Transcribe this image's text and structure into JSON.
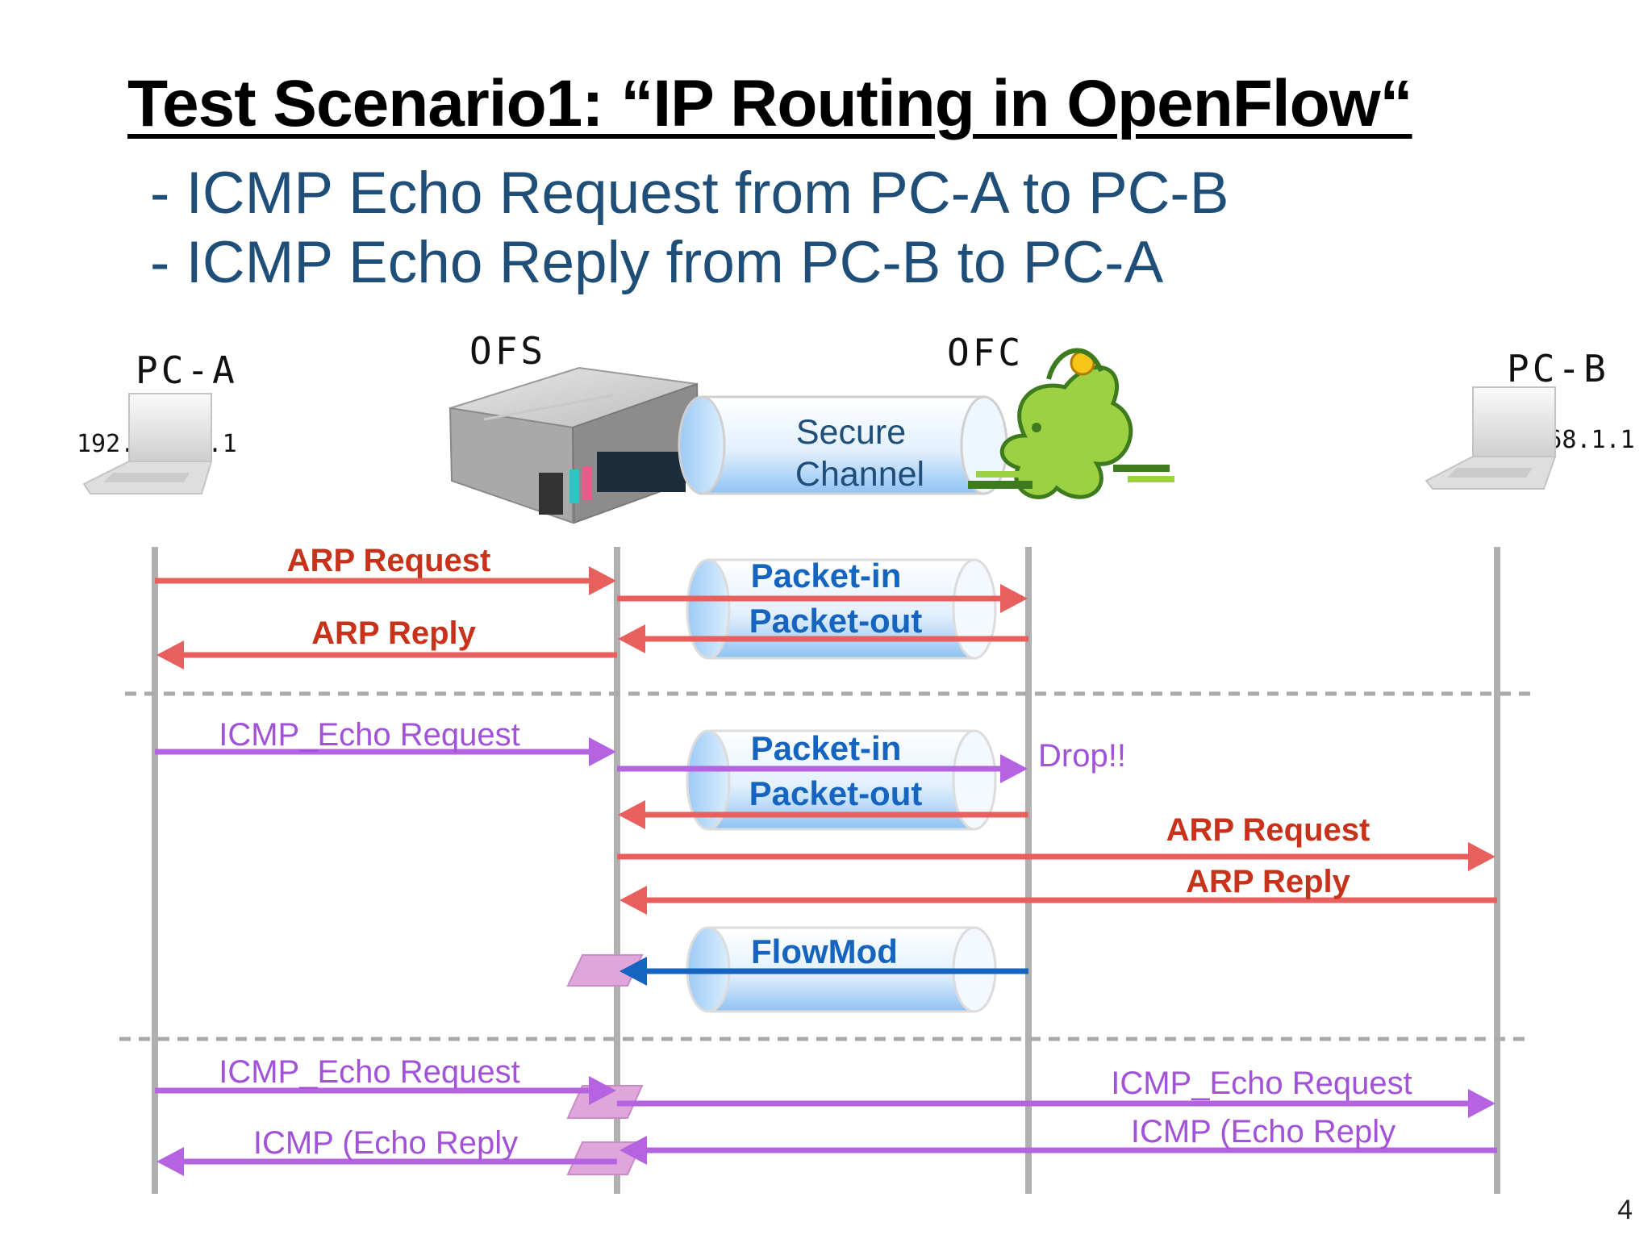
{
  "slide": {
    "title": "Test Scenario1: “IP Routing in OpenFlow“",
    "bullets": [
      "- ICMP Echo Request from PC-A to PC-B",
      "- ICMP Echo Reply from PC-B to PC-A"
    ],
    "page_number": "4"
  },
  "nodes": {
    "pc_a": {
      "label": "PC-A",
      "ip": "192.168.0.1"
    },
    "ofs": {
      "label": "OFS"
    },
    "ofc": {
      "label": "OFC"
    },
    "pc_b": {
      "label": "PC-B",
      "ip": "192.168.1.1"
    }
  },
  "secure_channel": {
    "line1": "Secure",
    "line2": "Channel"
  },
  "colors": {
    "arp": "#e8605e",
    "arp_text": "#c8321a",
    "icmp": "#b563e0",
    "icmp_text": "#a152d6",
    "control_text": "#1565c0",
    "flowmod": "#1565c0",
    "lifeline": "#b0b0b0",
    "separator": "#aaaaaa",
    "title_blue": "#1f4e79"
  },
  "messages": {
    "arp_request_1": "ARP Request",
    "packet_in_1": "Packet-in",
    "packet_out_1": "Packet-out",
    "arp_reply_1": "ARP Reply",
    "icmp_request_1": "ICMP_Echo Request",
    "packet_in_2": "Packet-in",
    "drop": "Drop!!",
    "packet_out_2": "Packet-out",
    "arp_request_2": "ARP Request",
    "arp_reply_2": "ARP Reply",
    "flowmod": "FlowMod",
    "icmp_request_2": "ICMP_Echo Request",
    "icmp_request_3": "ICMP_Echo Request",
    "icmp_reply_1": "ICMP (Echo Reply",
    "icmp_reply_2": "ICMP (Echo Reply"
  }
}
